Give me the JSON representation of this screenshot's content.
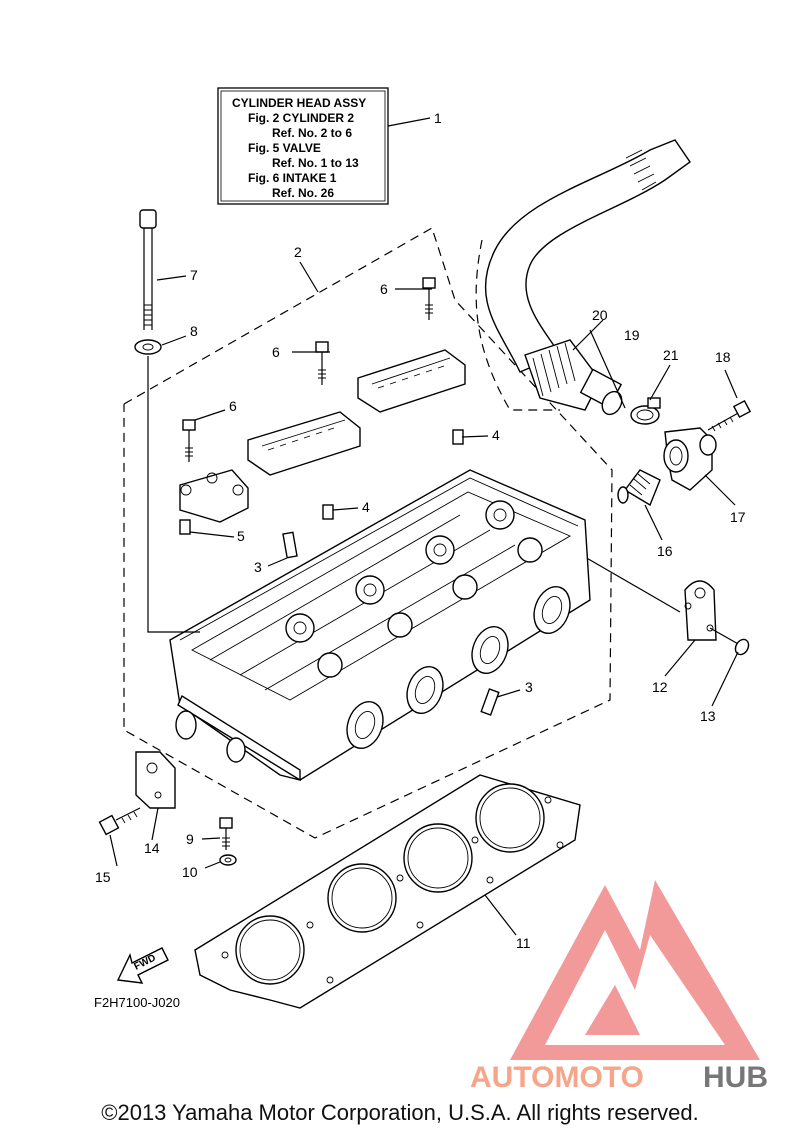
{
  "box": {
    "title": "CYLINDER HEAD ASSY",
    "lines": [
      "Fig.  2 CYLINDER 2",
      "Ref. No. 2 to 6",
      "Fig.  5 VALVE",
      "Ref. No. 1 to 13",
      "Fig.  6 INTAKE 1",
      "Ref. No. 26"
    ]
  },
  "callouts": {
    "c1": "1",
    "c2": "2",
    "c3a": "3",
    "c3b": "3",
    "c4a": "4",
    "c4b": "4",
    "c5": "5",
    "c6a": "6",
    "c6b": "6",
    "c6c": "6",
    "c7": "7",
    "c8": "8",
    "c9": "9",
    "c10": "10",
    "c11": "11",
    "c12": "12",
    "c13": "13",
    "c14": "14",
    "c15": "15",
    "c16": "16",
    "c17": "17",
    "c18": "18",
    "c19": "19",
    "c20": "20",
    "c21": "21"
  },
  "fwd_label": "FWD",
  "ref_code": "F2H7100-J020",
  "watermark": {
    "text_a": "AUTOMOTO",
    "text_b": "HUB",
    "color_a": "#f7a58a",
    "color_b": "#777777",
    "logo_color": "#f08080"
  },
  "copyright": "©2013 Yamaha Motor Corporation, U.S.A. All rights reserved."
}
